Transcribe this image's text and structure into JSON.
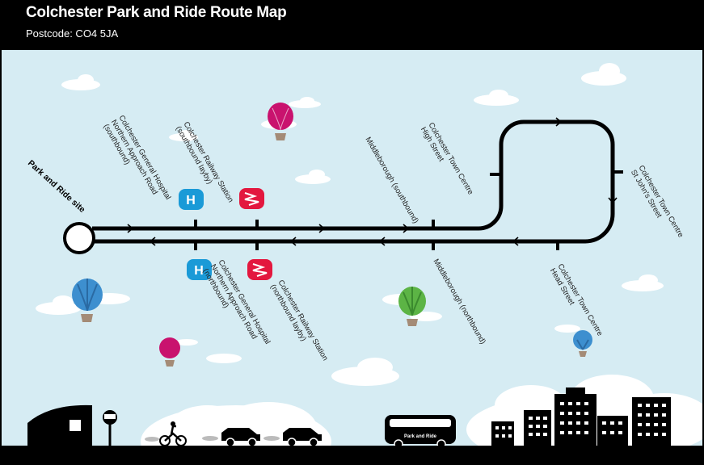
{
  "header": {
    "title": "Colchester Park and Ride Route Map",
    "postcode": "Postcode: CO4 5JA"
  },
  "colors": {
    "sky": "#d6ecf3",
    "route": "#000000",
    "hospital": "#1a9ad7",
    "rail": "#e3173e",
    "balloon_magenta": "#c9126e",
    "balloon_blue": "#3d8fcf",
    "balloon_green": "#5cb445"
  },
  "site_label": "Park and Ride site",
  "stops": {
    "hospital_south": "Colchester General Hospital\nNorthern Approach Road\n(southbound)",
    "rail_south": "Colchester Railway Station\n(southbound layby)",
    "middle_south": "Middleborough (southbound)",
    "high_street": "Colchester Town Centre\nHigh Street",
    "st_johns": "Colchester Town Centre\nSt John's Street",
    "hospital_north": "Colchester General Hospital\nNorthern Approach Road\n(northbound)",
    "rail_north": "Colchester Railway Station\n(northbound layby)",
    "middle_north": "Middleborough (northbound)",
    "head_street": "Colchester Town Centre\nHead Street"
  },
  "icons": {
    "hospital": "H",
    "bus_text": "Park and Ride"
  }
}
